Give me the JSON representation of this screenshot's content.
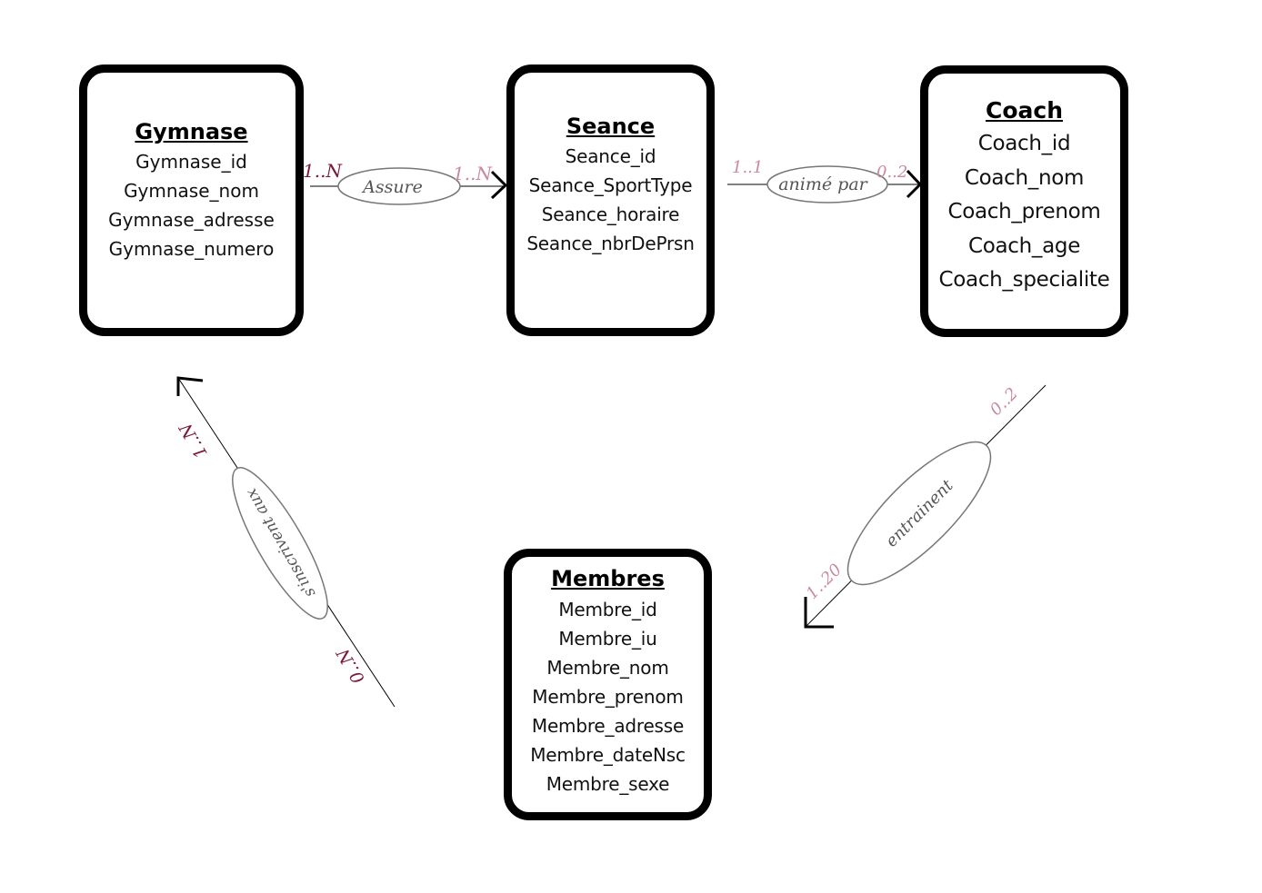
{
  "entities": {
    "gymnase": {
      "title": "Gymnase",
      "attributes": [
        "Gymnase_id",
        "Gymnase_nom",
        "Gymnase_adresse",
        "Gymnase_numero"
      ]
    },
    "seance": {
      "title": "Seance",
      "attributes": [
        "Seance_id",
        "Seance_SportType",
        "Seance_horaire",
        "Seance_nbrDePrsn"
      ]
    },
    "coach": {
      "title": "Coach",
      "attributes": [
        "Coach_id",
        "Coach_nom",
        "Coach_prenom",
        "Coach_age",
        "Coach_specialite"
      ]
    },
    "membres": {
      "title": "Membres",
      "attributes": [
        "Membre_id",
        "Membre_iu",
        "Membre_nom",
        "Membre_prenom",
        "Membre_adresse",
        "Membre_dateNsc",
        "Membre_sexe"
      ]
    }
  },
  "relations": {
    "assure": {
      "label": "Assure",
      "card_left": "1..N",
      "card_right": "1..N"
    },
    "anime_par": {
      "label": "animé par",
      "card_left": "1..1",
      "card_right": "0..2"
    },
    "inscrivent": {
      "label": "s'inscrivent aux",
      "card_gymnase": "1..N",
      "card_membres": "0..N"
    },
    "entrainent": {
      "label": "entrainent",
      "card_coach": "0..2",
      "card_membres": "1..20"
    }
  },
  "colors": {
    "border": "#000000",
    "relation_text": "#555555",
    "cardinality_dark": "#7a1a38",
    "cardinality_light": "#c98aa0"
  }
}
